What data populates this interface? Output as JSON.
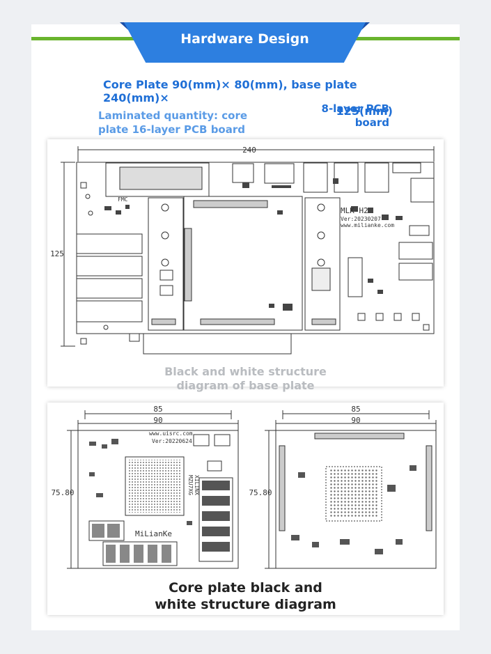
{
  "header": {
    "title": "Hardware Design",
    "core_line1": "Core Plate 90(mm)× 80(mm), base plate 240(mm)×",
    "core_line2": "125(mm)",
    "laminated_line1": "Laminated quantity: core",
    "laminated_line2": "plate 16-layer PCB board",
    "pcb_line1": "8-layer PCB",
    "pcb_line2": "board"
  },
  "base_plate": {
    "width_label": "240",
    "height_label": "125",
    "fmc_label": "FMC",
    "model_label": "MLK-H2",
    "version_label": "Ver:20230207",
    "url_label": "www.milianke.com",
    "caption_line1": "Black and white structure",
    "caption_line2": "diagram of base plate"
  },
  "core_plate": {
    "outer_width_label": "85",
    "inner_width_label": "90",
    "height_label": "75.80",
    "url_label": "www.uisrc.com",
    "version_label": "Ver:20220624",
    "brand_label": "MiLianKe",
    "chip_line1": "XILINX",
    "chip_line2": "MZU7XG",
    "caption_line1": "Core plate black and",
    "caption_line2": "white structure diagram"
  },
  "colors": {
    "banner_blue": "#2d7fe0",
    "banner_dark": "#1a4fa8",
    "green_line": "#69b42d",
    "text_blue": "#1f6fd6",
    "text_light_blue": "#5a9be6"
  }
}
